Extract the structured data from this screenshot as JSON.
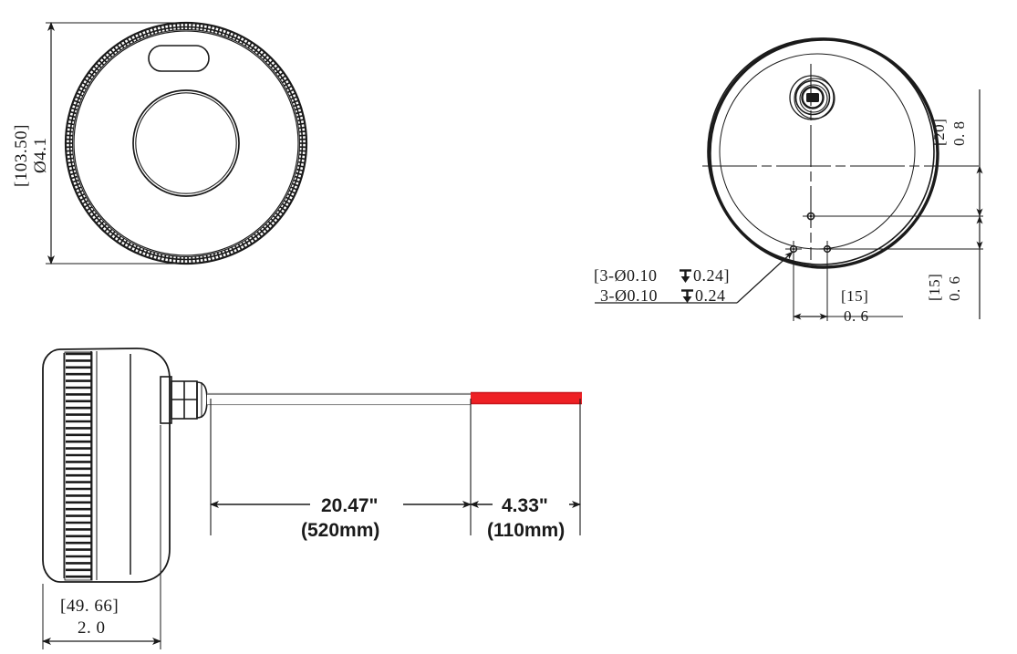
{
  "drawing": {
    "title": "Sensor device technical drawing",
    "background_color": "#ffffff",
    "line_color": "#1a1a1a",
    "accent_color": "#ee2024"
  },
  "views": {
    "front": {
      "name": "front-view-top-left",
      "dimension_label": {
        "bracket": "[103.50]",
        "value": "Ø4.1"
      }
    },
    "back": {
      "name": "back-view-top-right",
      "callout": {
        "line1": "[3-Ø0. 10↓̅ 0. 24]",
        "line1_text": "[3-Ø0.10",
        "line1_depth": "0.24]",
        "line2_text": "3-Ø0.10",
        "line2_depth": "0.24"
      },
      "dim_right_upper": {
        "bracket": "[20]",
        "value": "0. 8"
      },
      "dim_right_lower": {
        "bracket": "[15]",
        "value": "0. 6"
      },
      "dim_bottom": {
        "bracket": "[15]",
        "value": "0. 6"
      }
    },
    "side": {
      "name": "side-view-bottom",
      "dim_depth": {
        "bracket": "[49. 66]",
        "value": "2. 0"
      },
      "dim_cable": {
        "inches": "20.47\"",
        "mm": "(520mm)"
      },
      "dim_cable_red": {
        "inches": "4.33\"",
        "mm": "(110mm)"
      }
    }
  },
  "symbols": {
    "diameter": "Ø",
    "depth": "depth-symbol"
  }
}
